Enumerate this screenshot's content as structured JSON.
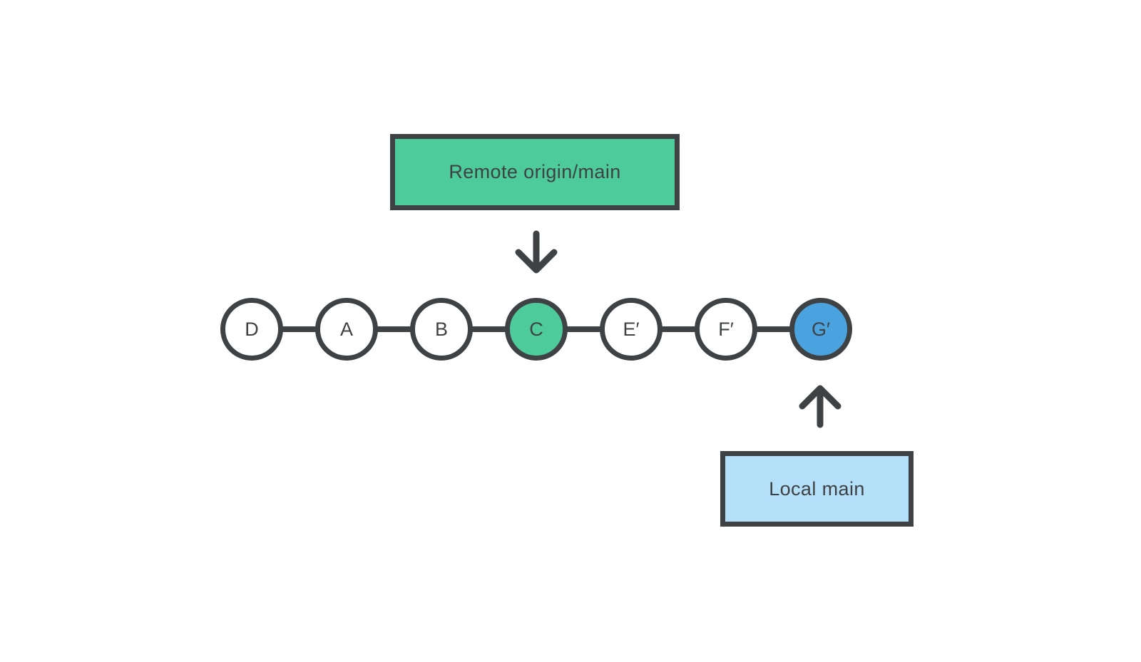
{
  "colors": {
    "stroke": "#3f4245",
    "green": "#4dcb9a",
    "blue": "#4aa3de",
    "lightblue": "#b5e0fa",
    "white": "#ffffff",
    "bg": "#ffffff",
    "text": "#3f4245"
  },
  "remote_branch": {
    "label": "Remote origin/main",
    "points_to": "C"
  },
  "local_branch": {
    "label": "Local main",
    "points_to": "G′"
  },
  "commits": [
    {
      "label": "D",
      "fill": "white"
    },
    {
      "label": "A",
      "fill": "white"
    },
    {
      "label": "B",
      "fill": "white"
    },
    {
      "label": "C",
      "fill": "green"
    },
    {
      "label": "E′",
      "fill": "white"
    },
    {
      "label": "F′",
      "fill": "white"
    },
    {
      "label": "G′",
      "fill": "blue"
    }
  ],
  "icons": {
    "remote_pointer": "down-arrow-icon",
    "local_pointer": "up-arrow-icon"
  }
}
